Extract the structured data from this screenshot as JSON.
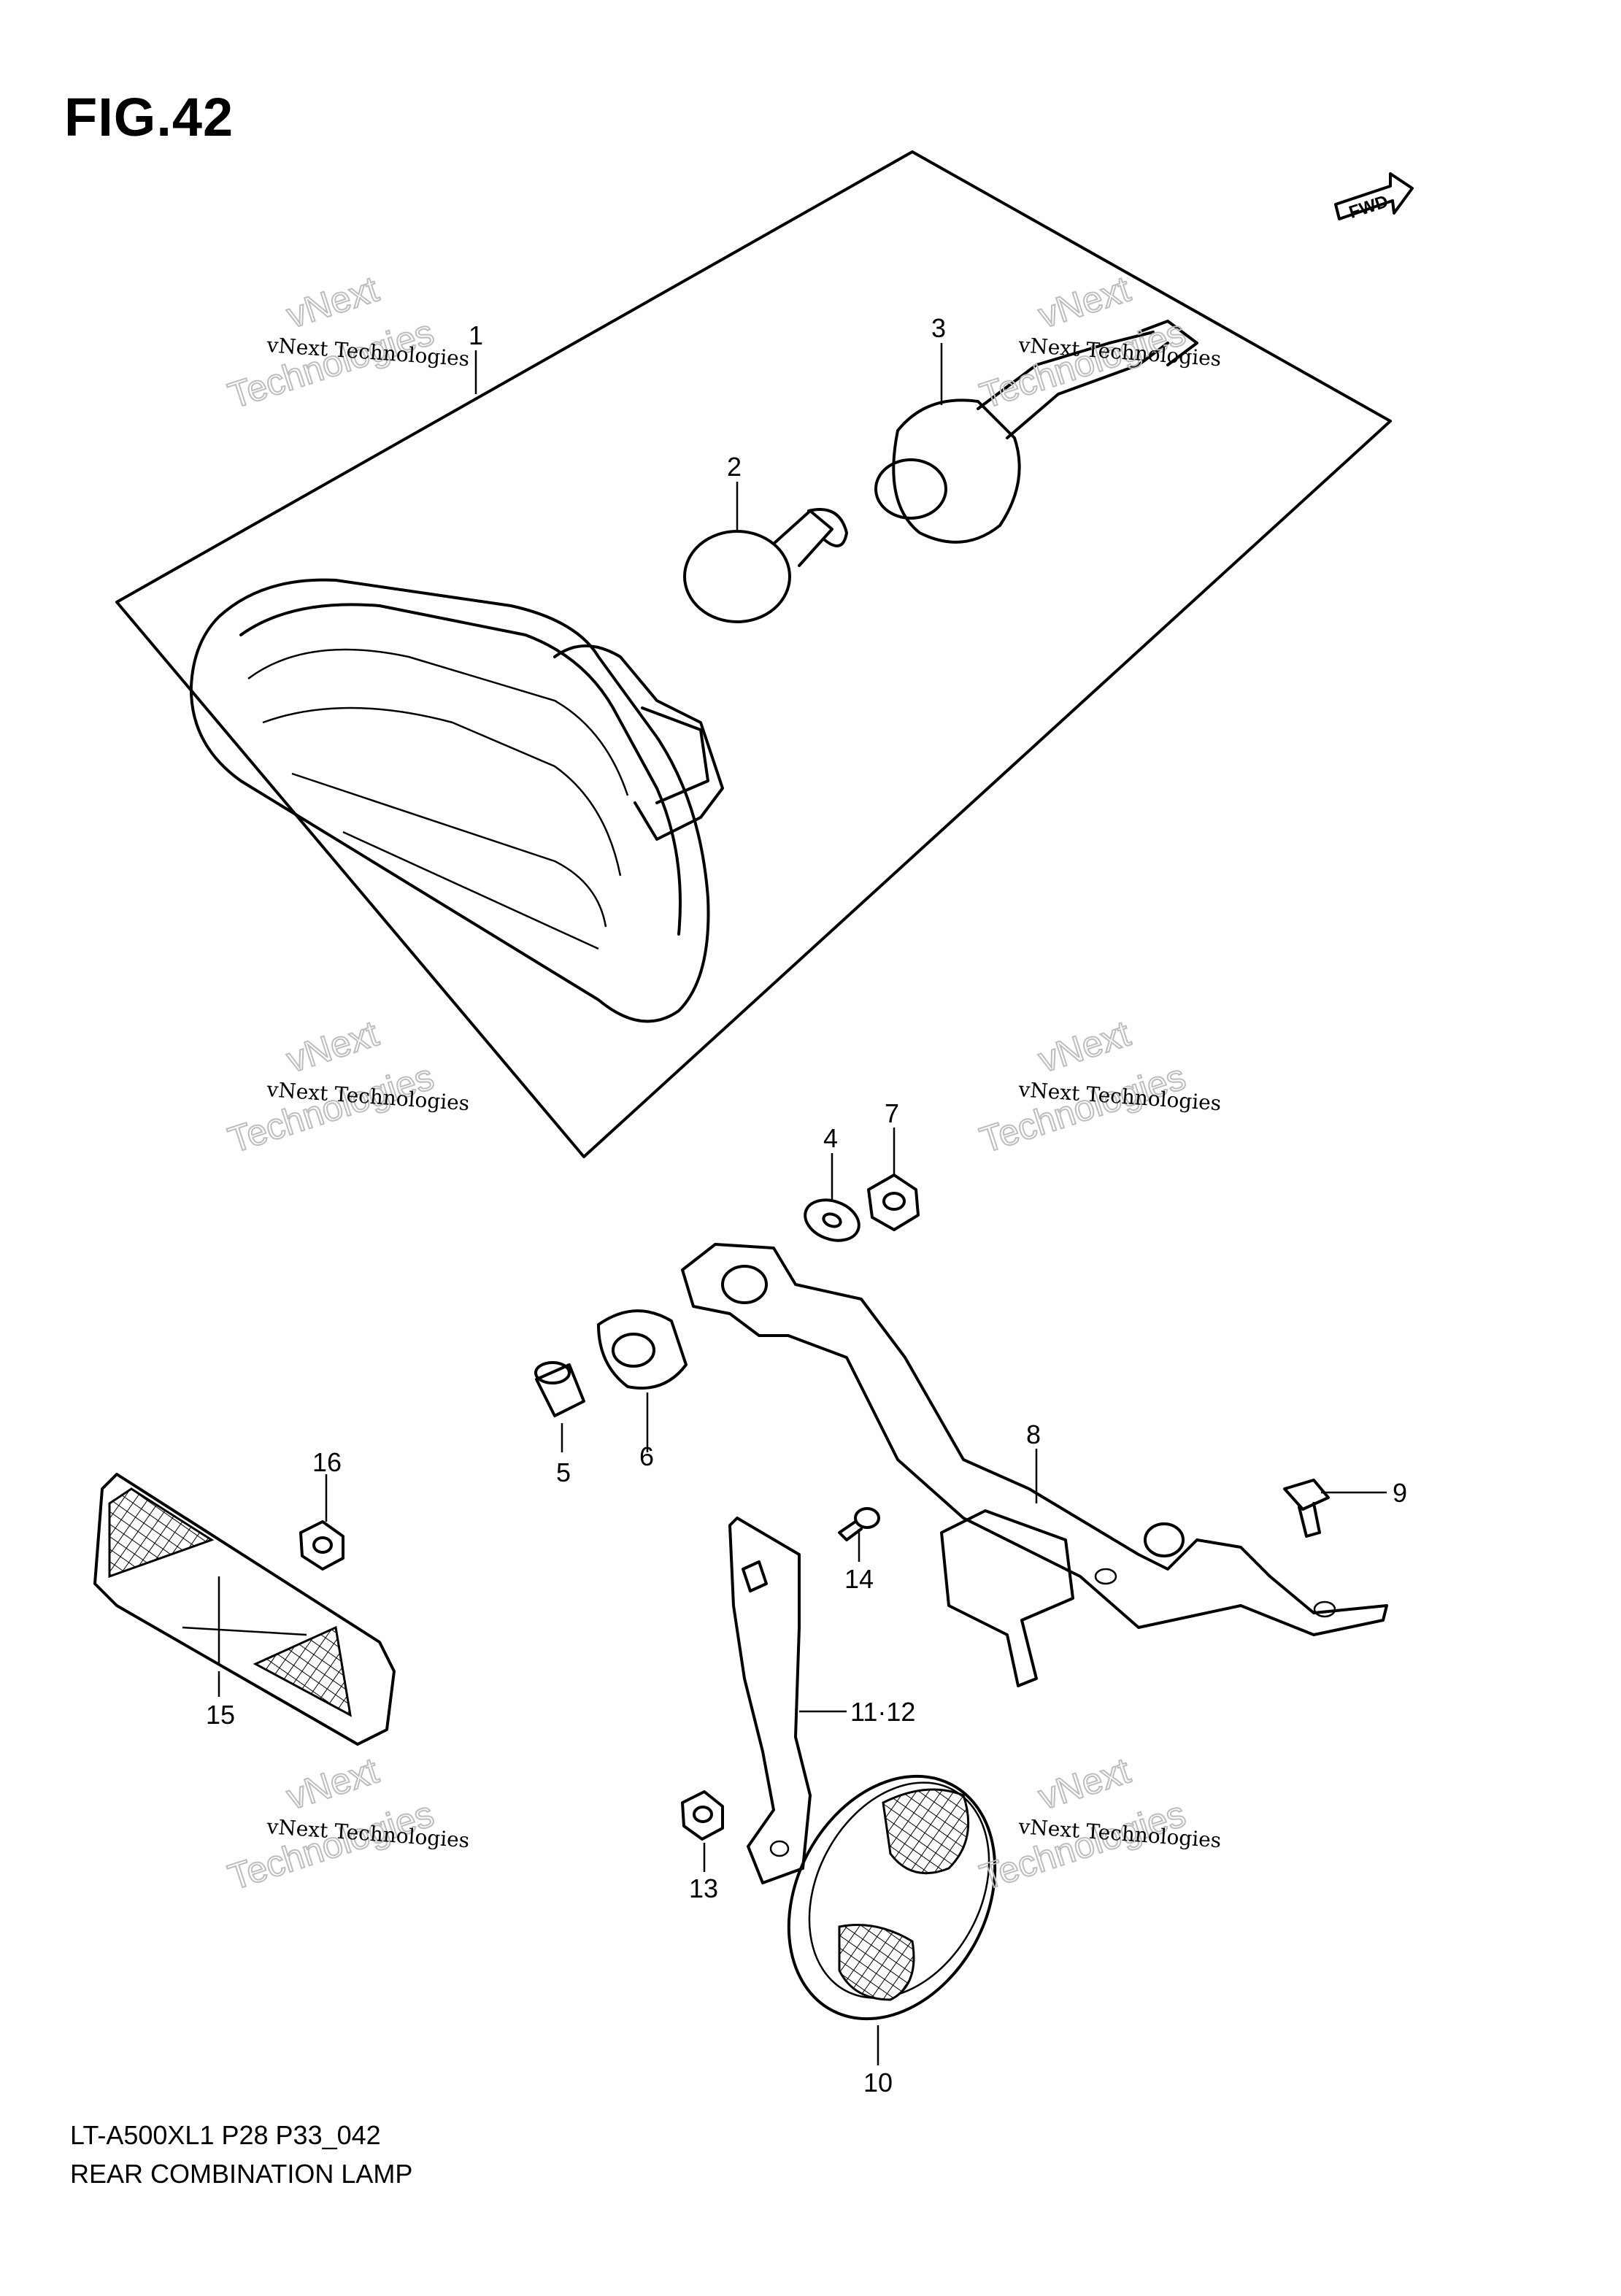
{
  "figure": {
    "title": "FIG.42",
    "fwd_label": "FWD",
    "model_line": "LT-A500XL1  P28  P33_042",
    "caption": "REAR COMBINATION LAMP"
  },
  "watermark": {
    "line1": "vNext Technologies",
    "big1": "vNext",
    "big2": "Technologies"
  },
  "callouts": [
    "1",
    "2",
    "3",
    "4",
    "5",
    "6",
    "7",
    "8",
    "9",
    "10",
    "11·12",
    "13",
    "14",
    "15",
    "16"
  ]
}
